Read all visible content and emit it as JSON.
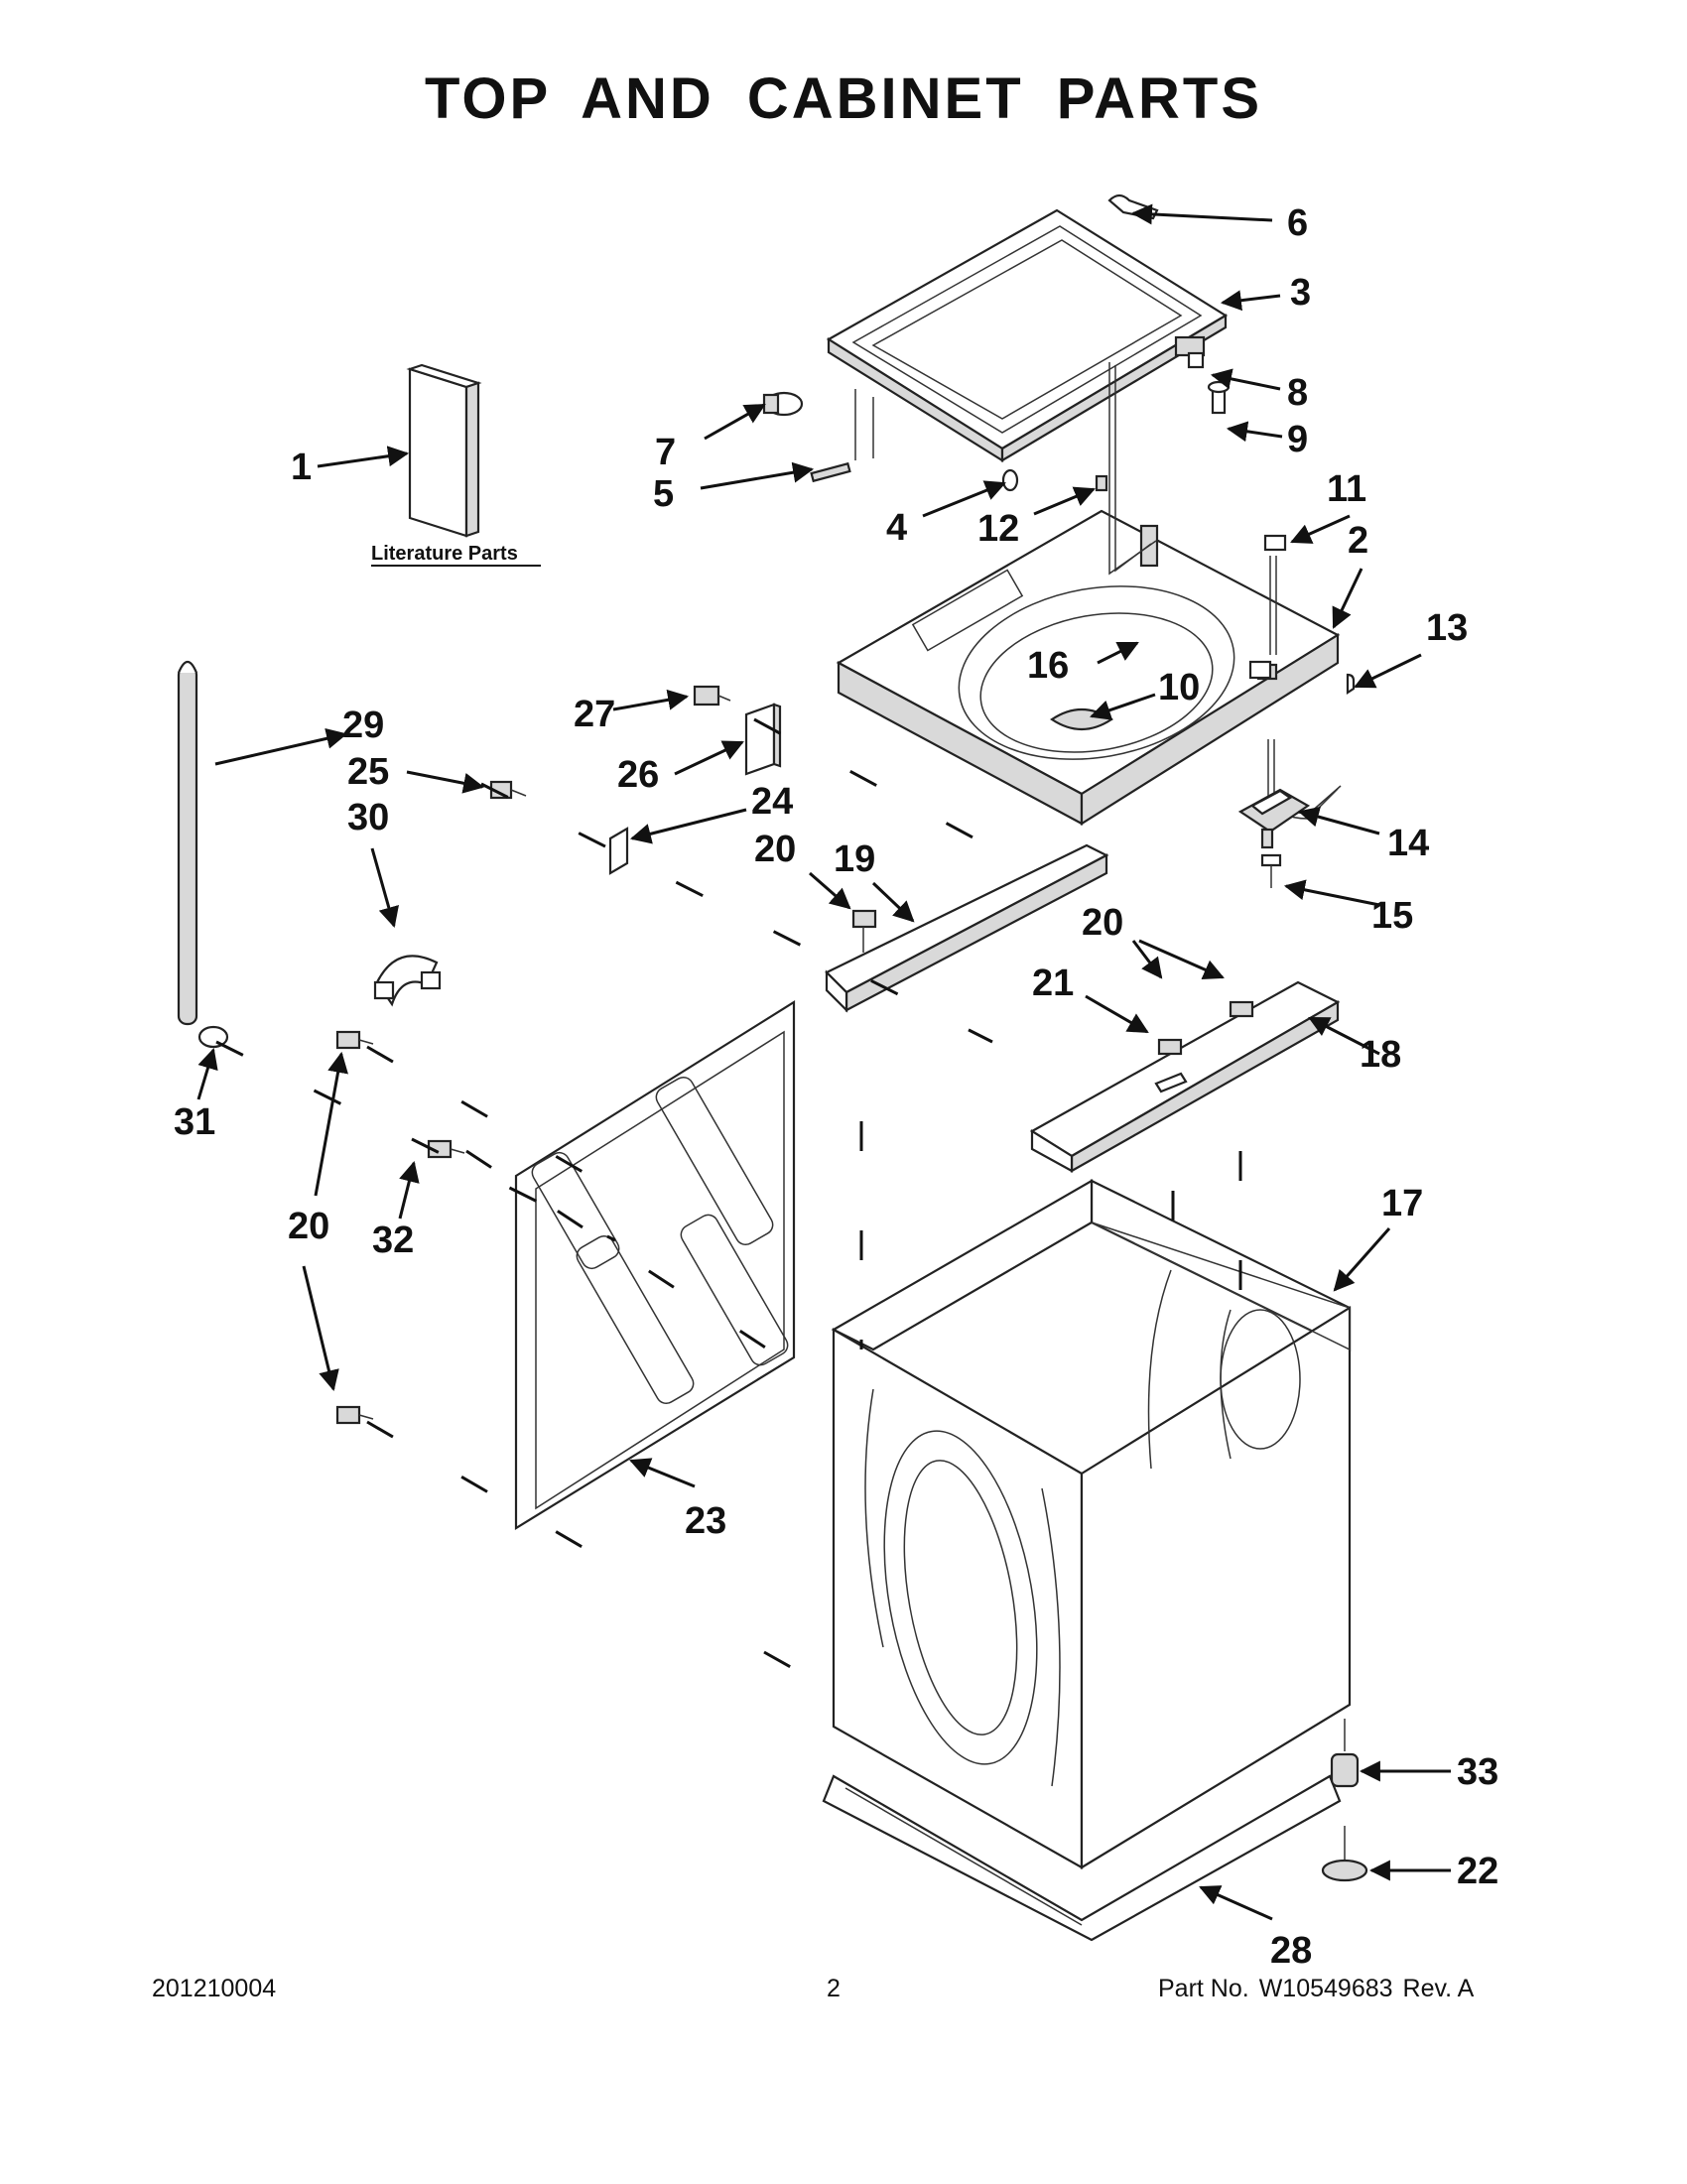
{
  "title": "TOP AND CABINET PARTS",
  "literature_label": "Literature Parts",
  "callouts": {
    "c1": "1",
    "c2": "2",
    "c3": "3",
    "c4": "4",
    "c5": "5",
    "c6": "6",
    "c7": "7",
    "c8": "8",
    "c9": "9",
    "c10": "10",
    "c11": "11",
    "c12": "12",
    "c13": "13",
    "c14": "14",
    "c15": "15",
    "c16": "16",
    "c17": "17",
    "c18": "18",
    "c19": "19",
    "c20": "20",
    "c21": "21",
    "c22": "22",
    "c23": "23",
    "c24": "24",
    "c25": "25",
    "c26": "26",
    "c27": "27",
    "c28": "28",
    "c29": "29",
    "c30": "30",
    "c31": "31",
    "c32": "32",
    "c33": "33"
  },
  "footer": {
    "doc_number": "201210004",
    "page": "2",
    "part_label": "Part No.",
    "part_number": "W10549683",
    "revision": "Rev.  A"
  }
}
